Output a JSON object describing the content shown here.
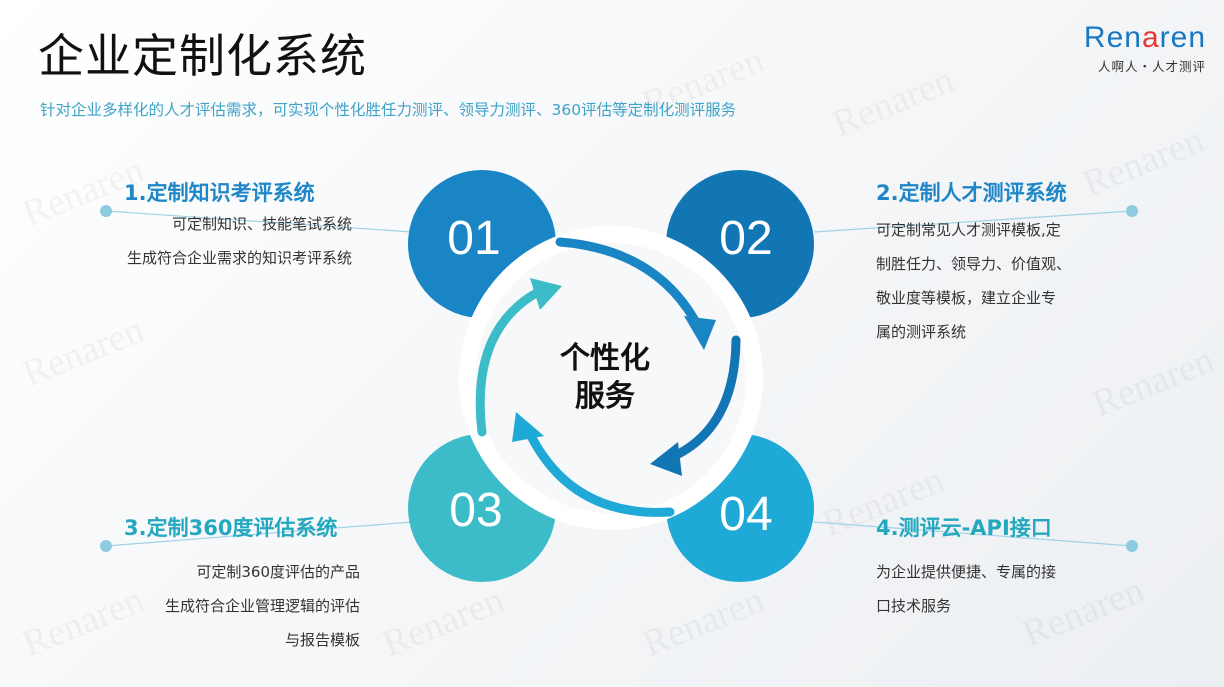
{
  "title": "企业定制化系统",
  "subtitle": "针对企业多样化的人才评估需求，可实现个性化胜任力测评、领导力测评、360评估等定制化测评服务",
  "logo": {
    "word_pre": "Ren",
    "word_hl": "a",
    "word_post": "ren",
    "tagline": "人啊人・人才测评",
    "watermark": "Renaren"
  },
  "center": {
    "line1": "个性化",
    "line2": "服务"
  },
  "items": [
    {
      "num": "01",
      "heading": "1.定制知识考评系统",
      "desc": [
        "可定制知识、技能笔试系统",
        "生成符合企业需求的知识考评系统"
      ]
    },
    {
      "num": "02",
      "heading": "2.定制人才测评系统",
      "desc": [
        "可定制常见人才测评模板,定",
        "制胜任力、领导力、价值观、",
        "敬业度等模板，建立企业专",
        "属的测评系统"
      ]
    },
    {
      "num": "03",
      "heading": "3.定制360度评估系统",
      "desc": [
        "可定制360度评估的产品",
        "生成符合企业管理逻辑的评估",
        "与报告模板"
      ]
    },
    {
      "num": "04",
      "heading": "4.测评云-API接口",
      "desc": [
        "为企业提供便捷、专属的接",
        "口技术服务"
      ]
    }
  ],
  "colors": {
    "c01": "#1a85c4",
    "c02": "#1276b5",
    "c03": "#3cbcc8",
    "c04": "#1fa9d6",
    "heading_blue": "#1f86c7",
    "heading_teal": "#24a8bf",
    "subtitle": "#3ea3c8"
  }
}
